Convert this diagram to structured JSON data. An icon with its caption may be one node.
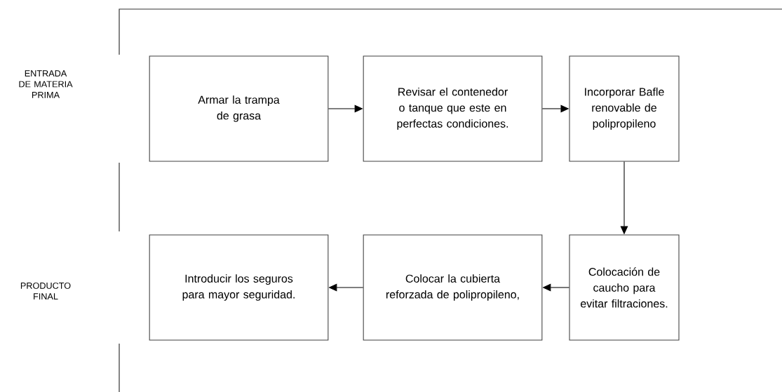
{
  "diagram": {
    "nodes": [
      {
        "text": [
          "Armar la trampa de grasa"
        ]
      },
      {
        "text": [
          "Revisar el contenedor o tanque que este en perfectas condiciones."
        ]
      },
      {
        "text": [
          "Incorporar Bafle renovable de polipropileno"
        ]
      },
      {
        "text": [
          "Introducir los seguros para mayor seguridad."
        ]
      },
      {
        "text": [
          "Colocar la cubierta reforzada de polipropileno,"
        ]
      },
      {
        "text": [
          "Colocación de caucho para evitar filtraciones."
        ]
      }
    ],
    "edges": [
      {
        "from": 0,
        "to": 1,
        "arrow": "to"
      },
      {
        "from": 1,
        "to": 2,
        "arrow": "to"
      },
      {
        "from": 2,
        "to": 5,
        "arrow": "to"
      },
      {
        "from": 5,
        "to": 4,
        "arrow": "to"
      },
      {
        "from": 4,
        "to": 3,
        "arrow": "to"
      }
    ],
    "labels": [
      "ENTRADA DE MATERIA PRIMA",
      "PRODUCTO FINAL"
    ]
  }
}
